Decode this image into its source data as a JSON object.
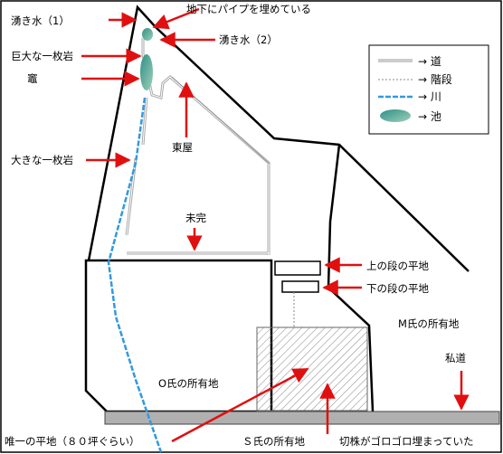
{
  "labels": {
    "wakimizu1": "湧き水（1）",
    "pipe": "地下にパイプを埋めている",
    "wakimizu2": "湧き水（2）",
    "giant_rock": "巨大な一枚岩",
    "kamado": "竈",
    "azumaya": "東屋",
    "big_rock": "大きな一枚岩",
    "mikan": "未完",
    "upper_flat": "上の段の平地",
    "lower_flat": "下の段の平地",
    "m_land": "M氏の所有地",
    "shido": "私道",
    "o_land": "O氏の所有地",
    "only_flat": "唯一の平地（８０坪ぐらい）",
    "s_land": "Ｓ氏の所有地",
    "stumps": "切株がゴロゴロ埋まっていた"
  },
  "legend": {
    "items": [
      {
        "symbol": "double-line",
        "text": "→ 道"
      },
      {
        "symbol": "dotted-line",
        "text": "→ 階段"
      },
      {
        "symbol": "blue-dashed-line",
        "text": "→ 川"
      },
      {
        "symbol": "pond-blob",
        "text": "→ 池"
      }
    ]
  },
  "colors": {
    "arrow": "#e01010",
    "river": "#3399dd",
    "pond": "#4aa898",
    "road": "#999999",
    "hatch": "#888888"
  }
}
